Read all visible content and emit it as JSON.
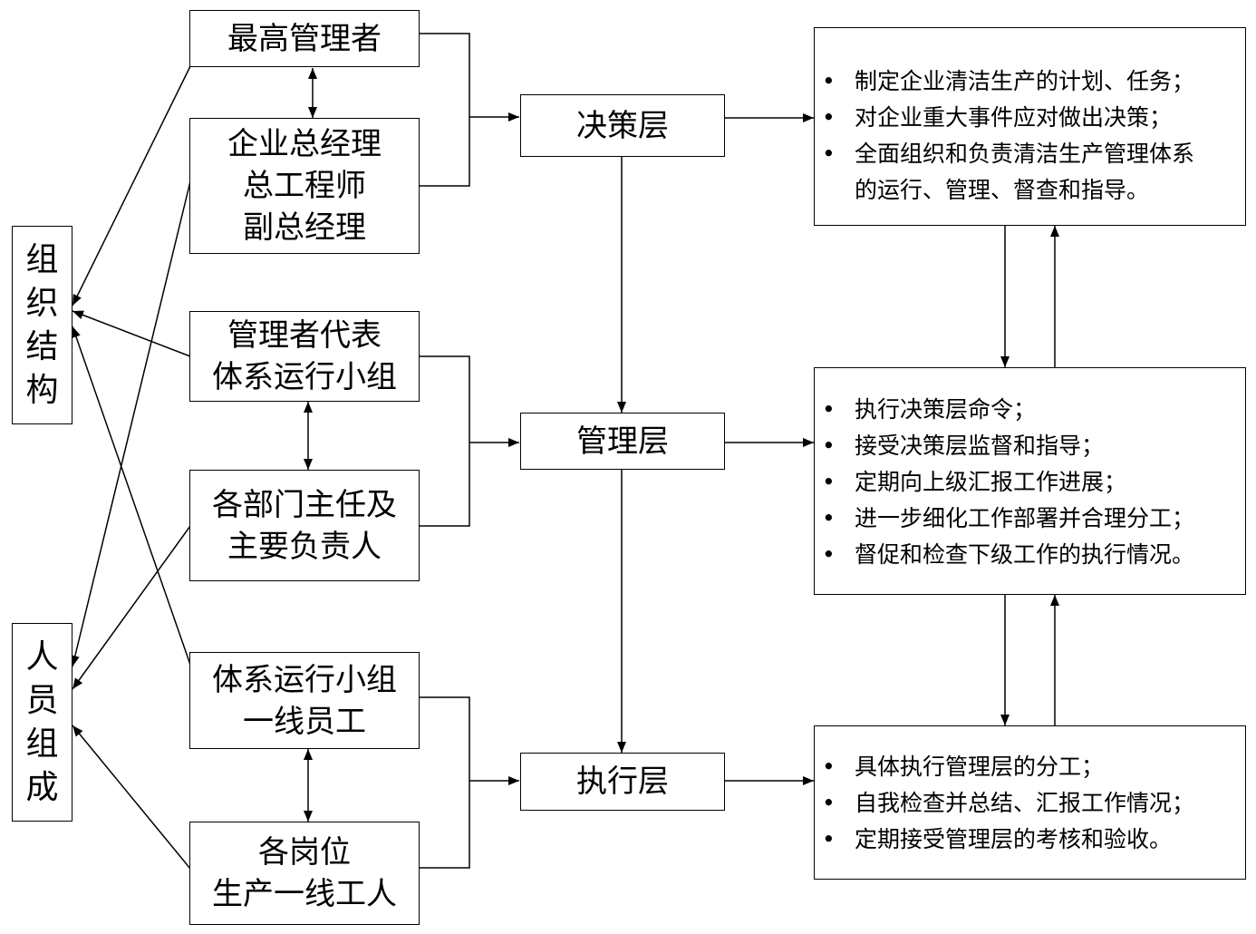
{
  "side_labels": {
    "org_structure": [
      "组",
      "织",
      "结",
      "构"
    ],
    "personnel": [
      "人",
      "员",
      "组",
      "成"
    ]
  },
  "people_boxes": {
    "top_manager": [
      "最高管理者"
    ],
    "executives": [
      "企业总经理",
      "总工程师",
      "副总经理"
    ],
    "mgmt_rep": [
      "管理者代表",
      "体系运行小组"
    ],
    "dept_heads": [
      "各部门主任及",
      "主要负责人"
    ],
    "frontline_staff": [
      "体系运行小组",
      "一线员工"
    ],
    "workers": [
      "各岗位",
      "生产一线工人"
    ]
  },
  "layers": {
    "decision": "决策层",
    "management": "管理层",
    "execution": "执行层"
  },
  "bullet_symbol": "•",
  "descriptions": {
    "decision": [
      [
        "制定企业清洁生产的计划、任务；"
      ],
      [
        "对企业重大事件应对做出决策；"
      ],
      [
        "全面组织和负责清洁生产管理体系",
        "的运行、管理、督查和指导。"
      ]
    ],
    "management": [
      [
        "执行决策层命令；"
      ],
      [
        "接受决策层监督和指导；"
      ],
      [
        "定期向上级汇报工作进展；"
      ],
      [
        "进一步细化工作部署并合理分工；"
      ],
      [
        "督促和检查下级工作的执行情况。"
      ]
    ],
    "execution": [
      [
        "具体执行管理层的分工；"
      ],
      [
        "自我检查并总结、汇报工作情况；"
      ],
      [
        "定期接受管理层的考核和验收。"
      ]
    ]
  }
}
